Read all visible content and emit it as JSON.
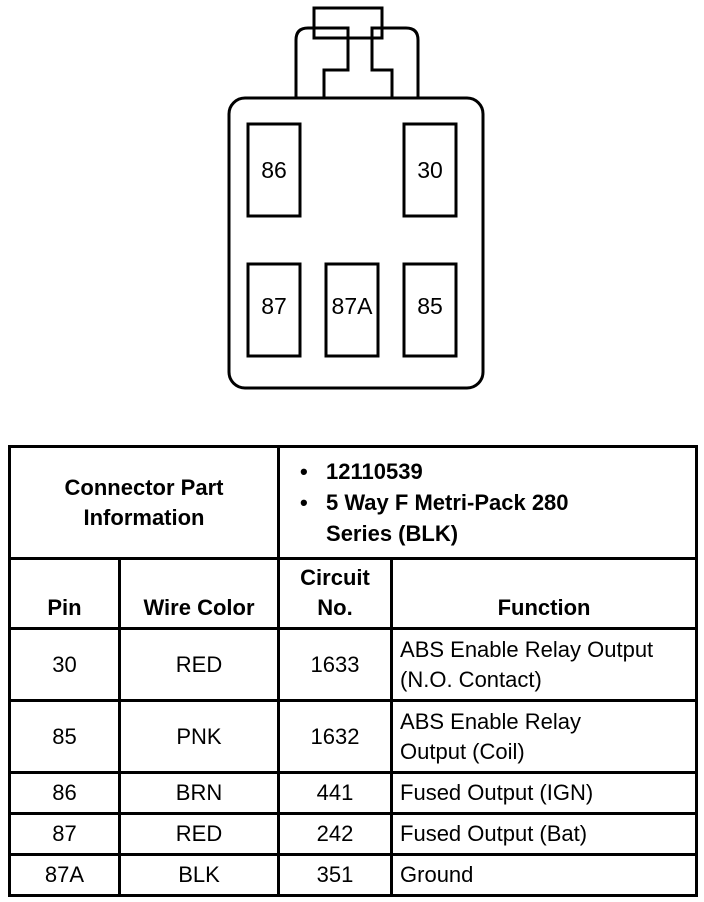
{
  "connector": {
    "pins": [
      {
        "id": "86",
        "label": "86"
      },
      {
        "id": "30",
        "label": "30"
      },
      {
        "id": "87",
        "label": "87"
      },
      {
        "id": "87a",
        "label": "87A"
      },
      {
        "id": "85",
        "label": "85"
      }
    ]
  },
  "info": {
    "part_label_line1": "Connector Part",
    "part_label_line2": "Information",
    "part_items": [
      "12110539",
      "5 Way F Metri-Pack 280 Series (BLK)"
    ]
  },
  "columns": {
    "pin": "Pin",
    "wire_color": "Wire Color",
    "circuit_line1": "Circuit",
    "circuit_line2": "No.",
    "function": "Function"
  },
  "rows": [
    {
      "pin": "30",
      "wire_color": "RED",
      "circuit": "1633",
      "function": "ABS Enable Relay Output (N.O. Contact)"
    },
    {
      "pin": "85",
      "wire_color": "PNK",
      "circuit": "1632",
      "function": "ABS Enable Relay Output (Coil)"
    },
    {
      "pin": "86",
      "wire_color": "BRN",
      "circuit": "441",
      "function": "Fused Output (IGN)"
    },
    {
      "pin": "87",
      "wire_color": "RED",
      "circuit": "242",
      "function": "Fused Output (Bat)"
    },
    {
      "pin": "87A",
      "wire_color": "BLK",
      "circuit": "351",
      "function": "Ground"
    }
  ]
}
